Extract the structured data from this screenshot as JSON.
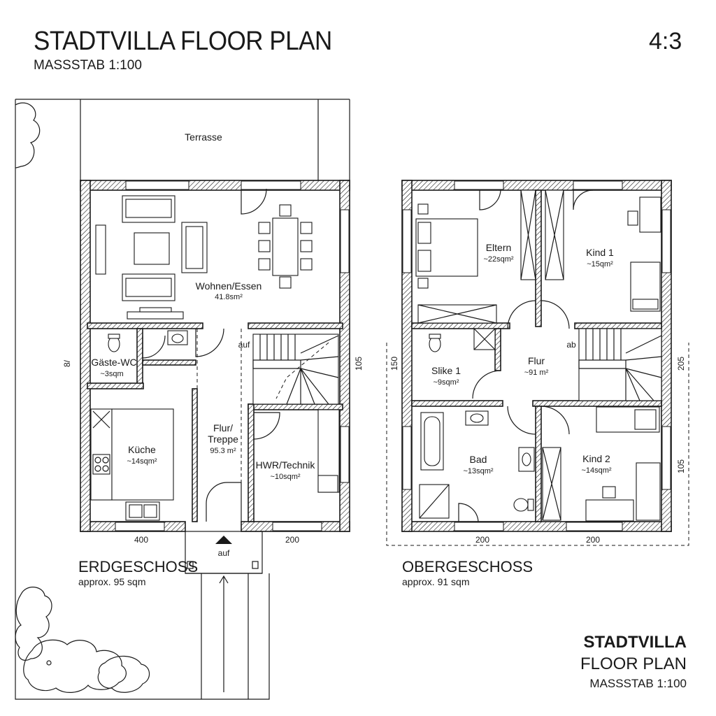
{
  "header": {
    "title": "STADTVILLA FLOOR PLAN",
    "scale": "MASSSTAB 1:100",
    "ratio": "4:3"
  },
  "ground_floor": {
    "name": "ERDGESCHOSS",
    "area": "approx. 95 sqm",
    "terrace": "Terrasse",
    "rooms": [
      {
        "name": "Wohnen/Essen",
        "area": "41.8sm²"
      },
      {
        "name": "Gäste-WC",
        "area": "~3sqm"
      },
      {
        "name": "Küche",
        "area": "~14sqm²"
      },
      {
        "name": "Flur/",
        "name2": "Treppe",
        "area": "95.3 m²"
      },
      {
        "name": "HWR/Technik",
        "area": "~10sqm²"
      }
    ],
    "stair_label": "auf",
    "entry_label": "auf",
    "dims": {
      "bottom_left": "400",
      "bottom_right": "200",
      "right": "105",
      "left": "8/"
    }
  },
  "upper_floor": {
    "name": "OBERGESCHOSS",
    "area": "approx. 91 sqm",
    "rooms": [
      {
        "name": "Eltern",
        "area": "~22sqm²"
      },
      {
        "name": "Kind 1",
        "area": "~15qm²"
      },
      {
        "name": "Slike 1",
        "area": "~9sqm²"
      },
      {
        "name": "Flur",
        "area": "~91 m²"
      },
      {
        "name": "Bad",
        "area": "~13sqm²"
      },
      {
        "name": "Kind 2",
        "area": "~14sqm²"
      }
    ],
    "stair_label": "ab",
    "dims": {
      "bottom_left": "200",
      "bottom_right": "200",
      "left": "150",
      "right_top": "205",
      "right_bottom": "105"
    }
  },
  "footer": {
    "line1": "STADTVILLA",
    "line2": "FLOOR PLAN",
    "line3": "MASSSTAB 1:100"
  }
}
